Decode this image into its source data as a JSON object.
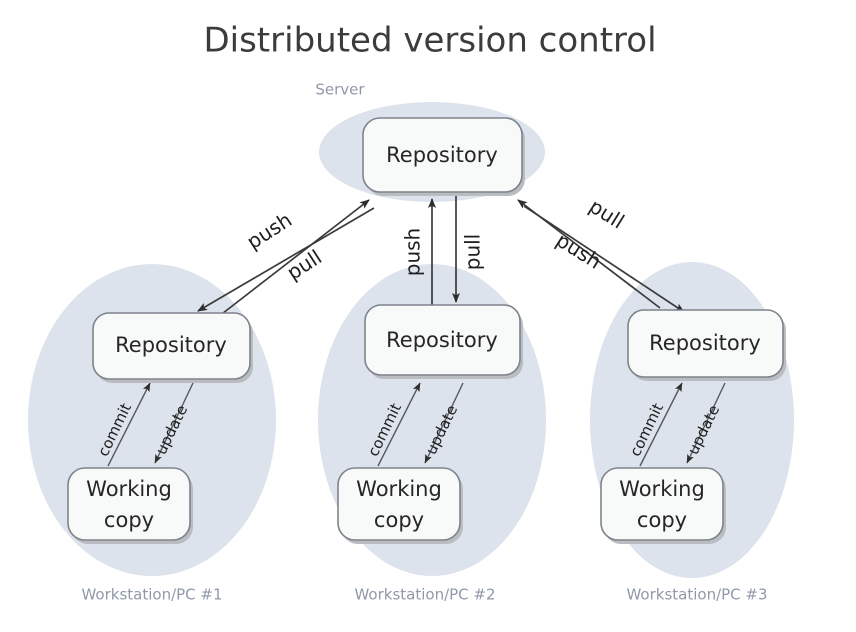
{
  "title": "Distributed version control",
  "colors": {
    "zone_fill": "#dde3ed",
    "zone_label": "#8f99aa",
    "box_fill": "#f8f9f9",
    "box_stroke": "#7d838b",
    "arrow": "#3b3b3b",
    "title": "#3c3c3c",
    "background": "#ffffff"
  },
  "server": {
    "label": "Server",
    "repository_label": "Repository"
  },
  "workstations": [
    {
      "label": "Workstation/PC #1",
      "repository_label": "Repository",
      "working_copy_line1": "Working",
      "working_copy_line2": "copy",
      "commit_label": "commit",
      "update_label": "update"
    },
    {
      "label": "Workstation/PC #2",
      "repository_label": "Repository",
      "working_copy_line1": "Working",
      "working_copy_line2": "copy",
      "commit_label": "commit",
      "update_label": "update"
    },
    {
      "label": "Workstation/PC #3",
      "repository_label": "Repository",
      "working_copy_line1": "Working",
      "working_copy_line2": "copy",
      "commit_label": "commit",
      "update_label": "update"
    }
  ],
  "server_links": {
    "left": {
      "upper_label": "push",
      "lower_label": "pull"
    },
    "center": {
      "up_label": "push",
      "down_label": "pull"
    },
    "right": {
      "upper_label": "pull",
      "lower_label": "push"
    }
  }
}
